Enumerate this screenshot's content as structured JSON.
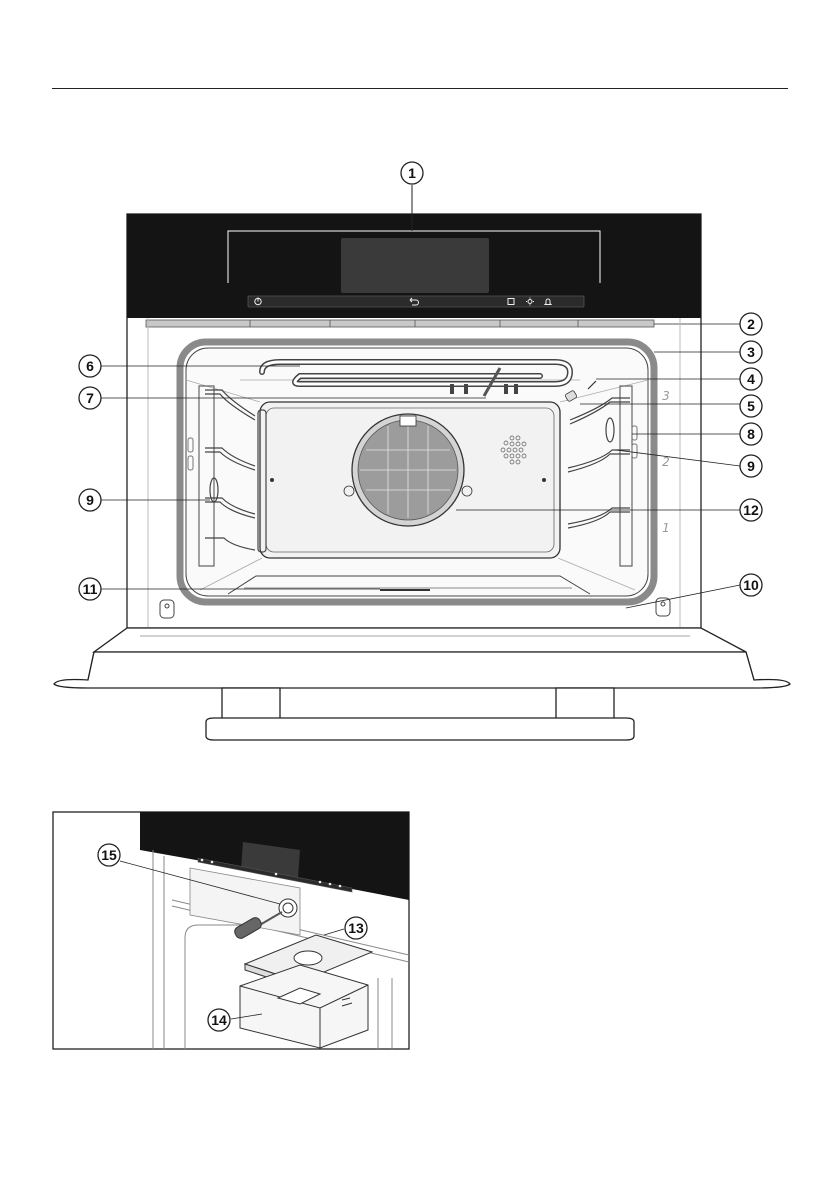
{
  "callouts": {
    "c1": "1",
    "c2": "2",
    "c3": "3",
    "c4": "4",
    "c5": "5",
    "c6": "6",
    "c7": "7",
    "c8": "8",
    "c9r": "9",
    "c9l": "9",
    "c10": "10",
    "c11": "11",
    "c12": "12",
    "c13": "13",
    "c14": "14",
    "c15": "15"
  },
  "shelf_levels": {
    "l3": "3",
    "l2": "2",
    "l1": "1"
  },
  "colors": {
    "panel": "#141414",
    "display": "#3a3a3a",
    "seal": "#8a8a8a",
    "outline": "#222222"
  },
  "icons": [
    "power-icon",
    "back-icon",
    "favourites-icon",
    "light-icon",
    "timer-icon"
  ]
}
